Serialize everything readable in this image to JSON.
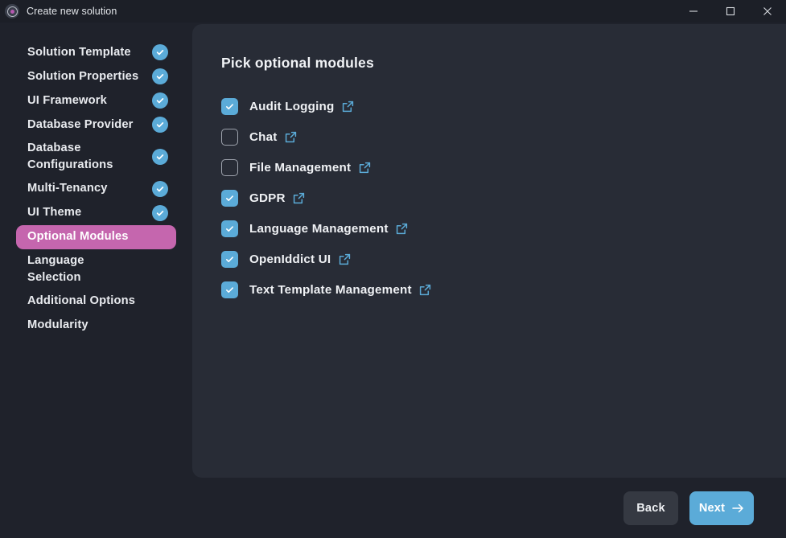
{
  "window": {
    "title": "Create new solution",
    "logo_icon": "abp-logo-icon",
    "controls": [
      {
        "name": "minimize",
        "icon": "minimize-icon"
      },
      {
        "name": "maximize",
        "icon": "maximize-icon"
      },
      {
        "name": "close",
        "icon": "close-icon"
      }
    ]
  },
  "colors": {
    "titlebar_bg": "#1c1f27",
    "sidebar_bg": "#1f222b",
    "panel_bg": "#282c36",
    "active_nav_bg": "#c566ae",
    "accent_blue": "#5babd8",
    "back_button_bg": "#353942",
    "text_primary": "#f0f2f5"
  },
  "sidebar": {
    "items": [
      {
        "label": "Solution Template",
        "completed": true,
        "active": false
      },
      {
        "label": "Solution Properties",
        "completed": true,
        "active": false
      },
      {
        "label": "UI Framework",
        "completed": true,
        "active": false
      },
      {
        "label": "Database Provider",
        "completed": true,
        "active": false
      },
      {
        "label": "Database Configurations",
        "completed": true,
        "active": false
      },
      {
        "label": "Multi-Tenancy",
        "completed": true,
        "active": false
      },
      {
        "label": "UI Theme",
        "completed": true,
        "active": false
      },
      {
        "label": "Optional Modules",
        "completed": false,
        "active": true
      },
      {
        "label": "Language Selection",
        "completed": false,
        "active": false
      },
      {
        "label": "Additional Options",
        "completed": false,
        "active": false
      },
      {
        "label": "Modularity",
        "completed": false,
        "active": false
      }
    ]
  },
  "main": {
    "title": "Pick optional modules",
    "modules": [
      {
        "label": "Audit Logging",
        "checked": true,
        "link_icon": "external-link-icon"
      },
      {
        "label": "Chat",
        "checked": false,
        "link_icon": "external-link-icon"
      },
      {
        "label": "File Management",
        "checked": false,
        "link_icon": "external-link-icon"
      },
      {
        "label": "GDPR",
        "checked": true,
        "link_icon": "external-link-icon"
      },
      {
        "label": "Language Management",
        "checked": true,
        "link_icon": "external-link-icon"
      },
      {
        "label": "OpenIddict UI",
        "checked": true,
        "link_icon": "external-link-icon"
      },
      {
        "label": "Text Template Management",
        "checked": true,
        "link_icon": "external-link-icon"
      }
    ]
  },
  "footer": {
    "back_label": "Back",
    "next_label": "Next",
    "next_icon": "arrow-right-icon"
  }
}
